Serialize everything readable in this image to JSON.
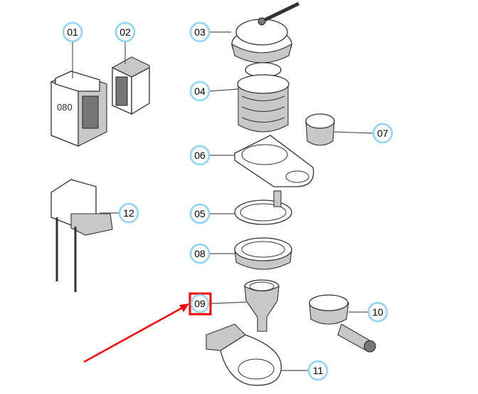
{
  "diagram": {
    "callouts": [
      {
        "id": "01",
        "label": "01"
      },
      {
        "id": "02",
        "label": "02"
      },
      {
        "id": "03",
        "label": "03"
      },
      {
        "id": "04",
        "label": "04"
      },
      {
        "id": "05",
        "label": "05"
      },
      {
        "id": "06",
        "label": "06"
      },
      {
        "id": "07",
        "label": "07"
      },
      {
        "id": "08",
        "label": "08"
      },
      {
        "id": "09",
        "label": "09"
      },
      {
        "id": "10",
        "label": "10"
      },
      {
        "id": "11",
        "label": "11"
      },
      {
        "id": "12",
        "label": "12"
      }
    ],
    "highlighted": "09",
    "highlight_color": "#ff0000",
    "callout_border_color": "#8fd3f5"
  }
}
